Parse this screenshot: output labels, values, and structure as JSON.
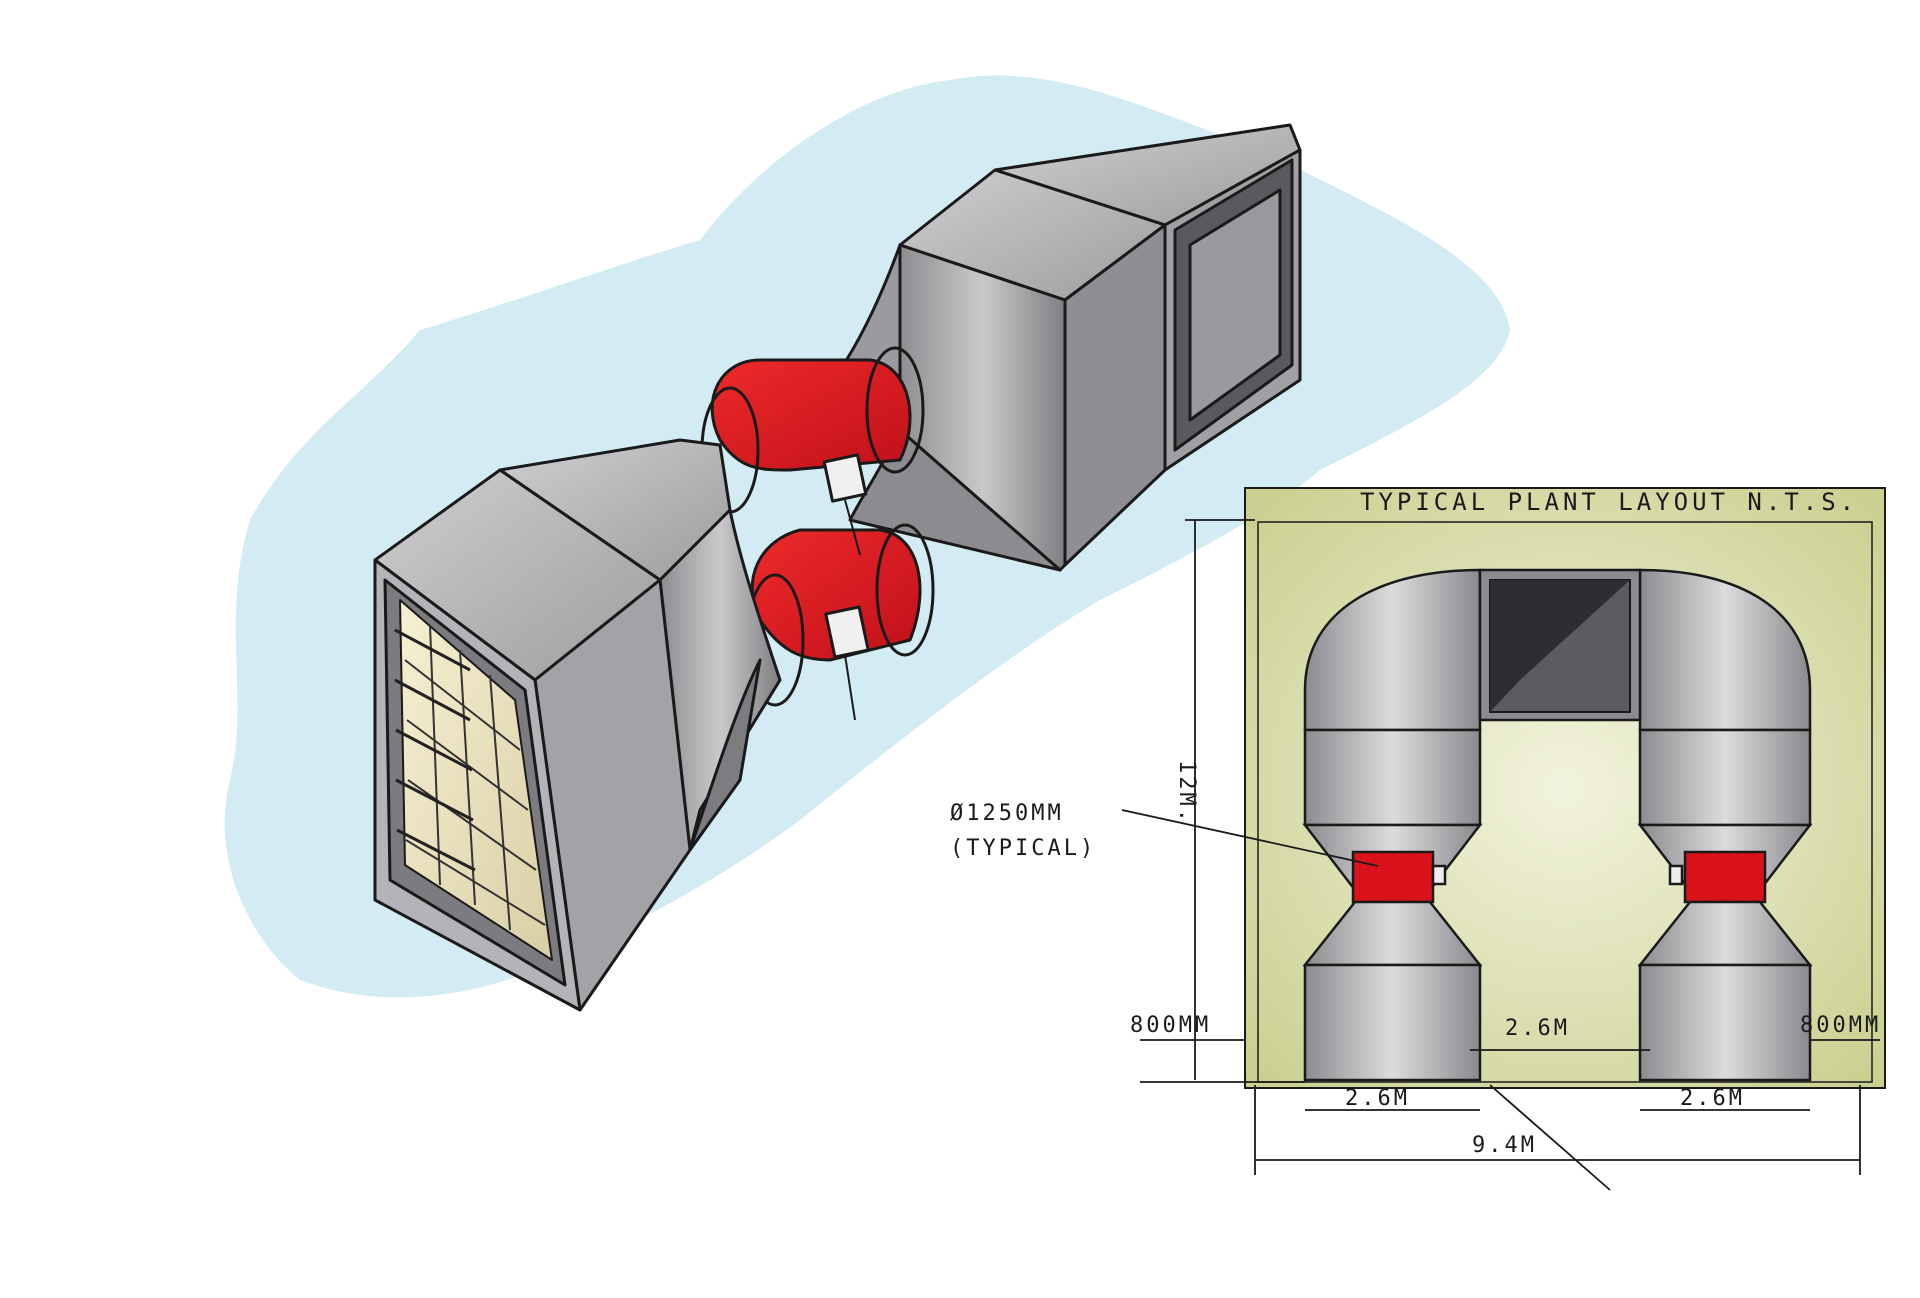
{
  "plan": {
    "title": "TYPICAL PLANT LAYOUT N.T.S.",
    "dim_height": "12M.",
    "fan_dia_line1": "Ø1250MM",
    "fan_dia_line2": "(TYPICAL)",
    "left_clearance": "800MM",
    "right_clearance": "800MM",
    "gap_between": "2.6M",
    "unit_width_left": "2.6M",
    "unit_width_right": "2.6M",
    "overall_width": "9.4M"
  },
  "colors": {
    "duct_grey": "#a9a9ab",
    "fan_red": "#d9121b",
    "plant_area": "#d8dcaa",
    "background_wash": "#c9e8f1",
    "filter_cream": "#f4ecc6",
    "outline": "#1a1a1a"
  }
}
